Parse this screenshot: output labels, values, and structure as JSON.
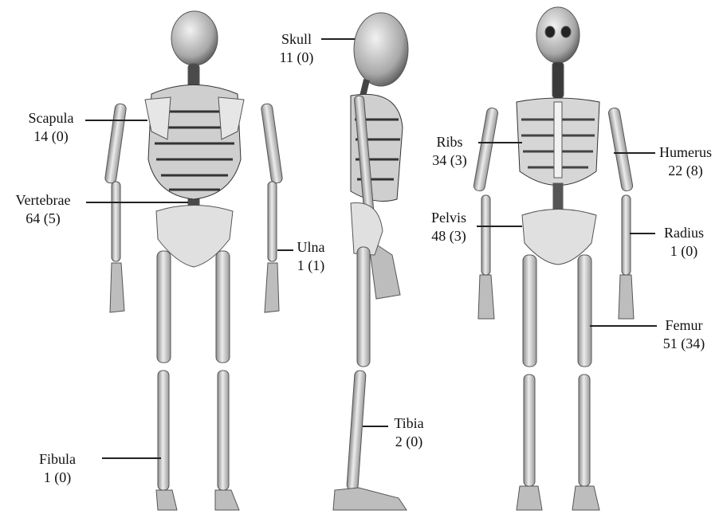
{
  "labels": {
    "scapula": {
      "name": "Scapula",
      "count": "14 (0)"
    },
    "vertebrae": {
      "name": "Vertebrae",
      "count": "64 (5)"
    },
    "ulna": {
      "name": "Ulna",
      "count": "1 (1)"
    },
    "fibula": {
      "name": "Fibula",
      "count": "1 (0)"
    },
    "skull": {
      "name": "Skull",
      "count": "11 (0)"
    },
    "tibia": {
      "name": "Tibia",
      "count": "2 (0)"
    },
    "ribs": {
      "name": "Ribs",
      "count": "34 (3)"
    },
    "pelvis": {
      "name": "Pelvis",
      "count": "48 (3)"
    },
    "humerus": {
      "name": "Humerus",
      "count": "22 (8)"
    },
    "radius": {
      "name": "Radius",
      "count": "1 (0)"
    },
    "femur": {
      "name": "Femur",
      "count": "51 (34)"
    }
  },
  "colors": {
    "bone": "#d9d9d9",
    "bone_shade": "#7a7a7a",
    "line": "#222222"
  }
}
